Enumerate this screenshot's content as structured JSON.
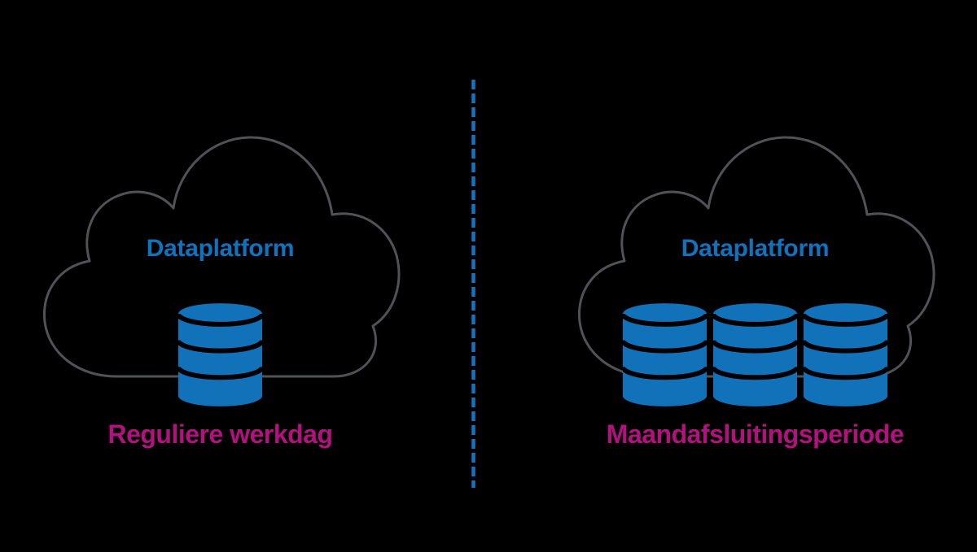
{
  "diagram": {
    "panels": [
      {
        "id": "left",
        "cloud_label": "Dataplatform",
        "caption": "Reguliere werkdag",
        "database_count": 1
      },
      {
        "id": "right",
        "cloud_label": "Dataplatform",
        "caption": "Maandafsluitingsperiode",
        "database_count": 3
      }
    ],
    "divider_style": "vertical-dashed"
  },
  "icons": {
    "cloud": "cloud-outline-icon",
    "database": "database-cylinder-icon",
    "divider": "dashed-separator"
  },
  "colors": {
    "background": "#000000",
    "cloud_outline": "#515256",
    "database_blue": "#1272B9",
    "label_blue": "#0F73BE",
    "caption_magenta": "#B2127D",
    "divider_blue": "#1474BE"
  }
}
